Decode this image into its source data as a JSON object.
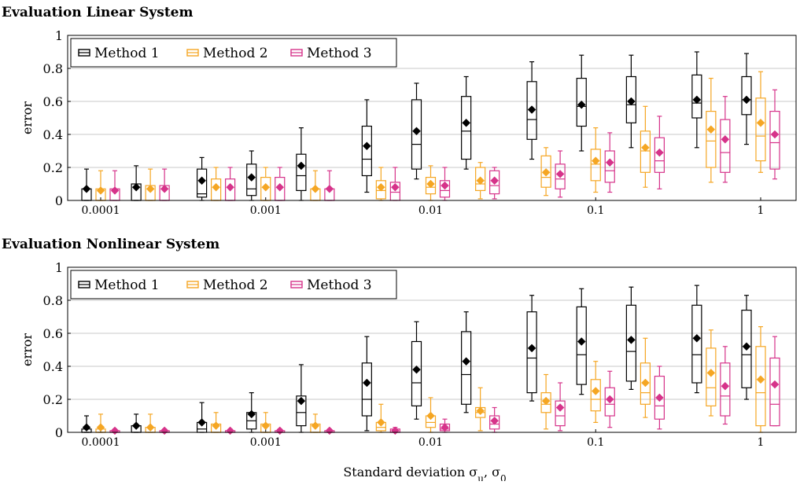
{
  "colors": {
    "method1": "#000000",
    "method2": "#f5a623",
    "method3": "#d6338a",
    "grid": "#c8c8c8"
  },
  "chart_data": [
    {
      "type": "box",
      "title": "Evaluation Linear System",
      "ylabel": "error",
      "xlabel": "",
      "x_scale": "log",
      "ylim": [
        0,
        1
      ],
      "yticks": [
        0,
        0.2,
        0.4,
        0.6,
        0.8,
        1
      ],
      "ytick_labels": [
        "0",
        "0.2",
        "0.4",
        "0.6",
        "0.8",
        "1"
      ],
      "xtick_labels": [
        "0.0001",
        "0.001",
        "0.01",
        "0.1",
        "1"
      ],
      "grid": "horizontal",
      "legend_position": "top-left",
      "x": [
        0.0001,
        0.0002,
        0.0005,
        0.001,
        0.002,
        0.005,
        0.01,
        0.02,
        0.05,
        0.1,
        0.2,
        0.5,
        1
      ],
      "series": [
        {
          "name": "Method 1",
          "min": [
            0,
            0,
            0,
            0,
            0,
            0.05,
            0.13,
            0.19,
            0.25,
            0.3,
            0.32,
            0.32,
            0.34
          ],
          "q1": [
            0,
            0,
            0.02,
            0.03,
            0.06,
            0.15,
            0.19,
            0.25,
            0.37,
            0.45,
            0.47,
            0.5,
            0.52
          ],
          "median": [
            0,
            0,
            0.04,
            0.07,
            0.15,
            0.25,
            0.34,
            0.42,
            0.49,
            0.57,
            0.58,
            0.59,
            0.61
          ],
          "q3": [
            0.07,
            0.1,
            0.19,
            0.22,
            0.28,
            0.45,
            0.61,
            0.63,
            0.72,
            0.74,
            0.75,
            0.76,
            0.75
          ],
          "max": [
            0.19,
            0.21,
            0.26,
            0.3,
            0.44,
            0.61,
            0.71,
            0.75,
            0.84,
            0.88,
            0.88,
            0.9,
            0.89
          ],
          "mean": [
            0.07,
            0.08,
            0.12,
            0.14,
            0.21,
            0.33,
            0.42,
            0.47,
            0.55,
            0.58,
            0.6,
            0.61,
            0.61
          ]
        },
        {
          "name": "Method 2",
          "min": [
            0,
            0,
            0,
            0,
            0,
            0,
            0,
            0.01,
            0.03,
            0.05,
            0.08,
            0.11,
            0.17
          ],
          "q1": [
            0,
            0,
            0,
            0,
            0,
            0.01,
            0.04,
            0.06,
            0.08,
            0.12,
            0.17,
            0.2,
            0.24
          ],
          "median": [
            0,
            0,
            0,
            0,
            0,
            0.06,
            0.08,
            0.1,
            0.14,
            0.22,
            0.3,
            0.36,
            0.39
          ],
          "q3": [
            0.07,
            0.09,
            0.13,
            0.14,
            0.07,
            0.12,
            0.14,
            0.2,
            0.27,
            0.31,
            0.42,
            0.54,
            0.62
          ],
          "max": [
            0.18,
            0.19,
            0.2,
            0.2,
            0.18,
            0.2,
            0.21,
            0.23,
            0.32,
            0.44,
            0.57,
            0.74,
            0.78
          ],
          "mean": [
            0.06,
            0.07,
            0.08,
            0.08,
            0.07,
            0.08,
            0.1,
            0.12,
            0.17,
            0.24,
            0.32,
            0.43,
            0.47
          ]
        },
        {
          "name": "Method 3",
          "min": [
            0,
            0,
            0,
            0,
            0,
            0,
            0,
            0.01,
            0.02,
            0.05,
            0.07,
            0.11,
            0.13
          ],
          "q1": [
            0,
            0,
            0,
            0,
            0,
            0,
            0.02,
            0.04,
            0.07,
            0.11,
            0.17,
            0.17,
            0.19
          ],
          "median": [
            0,
            0,
            0,
            0,
            0,
            0.05,
            0.06,
            0.09,
            0.13,
            0.18,
            0.24,
            0.29,
            0.35
          ],
          "q3": [
            0.07,
            0.09,
            0.13,
            0.14,
            0.07,
            0.11,
            0.12,
            0.18,
            0.22,
            0.3,
            0.38,
            0.49,
            0.54
          ],
          "max": [
            0.18,
            0.19,
            0.2,
            0.2,
            0.18,
            0.2,
            0.2,
            0.2,
            0.3,
            0.41,
            0.51,
            0.63,
            0.67
          ],
          "mean": [
            0.06,
            0.07,
            0.08,
            0.08,
            0.07,
            0.08,
            0.09,
            0.12,
            0.16,
            0.23,
            0.29,
            0.37,
            0.4
          ]
        }
      ]
    },
    {
      "type": "box",
      "title": "Evaluation Nonlinear System",
      "ylabel": "error",
      "xlabel": "Standard deviation σ_u, σ_0",
      "x_scale": "log",
      "ylim": [
        0,
        1
      ],
      "yticks": [
        0,
        0.2,
        0.4,
        0.6,
        0.8,
        1
      ],
      "ytick_labels": [
        "0",
        "0.2",
        "0.4",
        "0.6",
        "0.8",
        "1"
      ],
      "xtick_labels": [
        "0.0001",
        "0.001",
        "0.01",
        "0.1",
        "1"
      ],
      "grid": "horizontal",
      "legend_position": "top-left",
      "x": [
        0.0001,
        0.0002,
        0.0005,
        0.001,
        0.002,
        0.005,
        0.01,
        0.02,
        0.05,
        0.1,
        0.2,
        0.5,
        1
      ],
      "series": [
        {
          "name": "Method 1",
          "min": [
            0,
            0,
            0,
            0,
            0,
            0.01,
            0.08,
            0.12,
            0.19,
            0.23,
            0.26,
            0.24,
            0.2
          ],
          "q1": [
            0,
            0,
            0,
            0.02,
            0.04,
            0.1,
            0.16,
            0.17,
            0.24,
            0.29,
            0.31,
            0.3,
            0.27
          ],
          "median": [
            0,
            0,
            0.02,
            0.07,
            0.12,
            0.2,
            0.3,
            0.35,
            0.45,
            0.47,
            0.49,
            0.47,
            0.47
          ],
          "q3": [
            0.02,
            0.04,
            0.06,
            0.12,
            0.22,
            0.42,
            0.55,
            0.61,
            0.73,
            0.76,
            0.77,
            0.77,
            0.74
          ],
          "max": [
            0.1,
            0.11,
            0.18,
            0.24,
            0.41,
            0.58,
            0.67,
            0.73,
            0.83,
            0.87,
            0.88,
            0.89,
            0.83
          ],
          "mean": [
            0.03,
            0.04,
            0.06,
            0.11,
            0.19,
            0.3,
            0.38,
            0.43,
            0.51,
            0.55,
            0.56,
            0.57,
            0.52
          ]
        },
        {
          "name": "Method 2",
          "min": [
            0,
            0,
            0,
            0,
            0,
            0,
            0,
            0.01,
            0.02,
            0.06,
            0.09,
            0.1,
            0.0
          ],
          "q1": [
            0,
            0,
            0,
            0,
            0,
            0.01,
            0.03,
            0.09,
            0.12,
            0.13,
            0.17,
            0.16,
            0.04
          ],
          "median": [
            0,
            0,
            0,
            0,
            0,
            0.03,
            0.06,
            0.12,
            0.17,
            0.2,
            0.24,
            0.27,
            0.24
          ],
          "q3": [
            0.02,
            0.03,
            0.05,
            0.05,
            0.05,
            0.06,
            0.1,
            0.15,
            0.24,
            0.32,
            0.42,
            0.51,
            0.52
          ],
          "max": [
            0.11,
            0.11,
            0.12,
            0.12,
            0.11,
            0.17,
            0.21,
            0.27,
            0.35,
            0.43,
            0.57,
            0.62,
            0.64
          ],
          "mean": [
            0.03,
            0.03,
            0.04,
            0.04,
            0.04,
            0.06,
            0.1,
            0.13,
            0.19,
            0.25,
            0.3,
            0.36,
            0.32
          ]
        },
        {
          "name": "Method 3",
          "min": [
            0,
            0,
            0,
            0,
            0,
            0,
            0,
            0,
            0.01,
            0.03,
            0.02,
            0.05,
            0.04
          ],
          "q1": [
            0,
            0,
            0,
            0,
            0,
            0,
            0.01,
            0.02,
            0.04,
            0.1,
            0.08,
            0.1,
            0.04
          ],
          "median": [
            0,
            0,
            0,
            0,
            0,
            0,
            0.02,
            0.05,
            0.1,
            0.17,
            0.16,
            0.22,
            0.17
          ],
          "q3": [
            0.01,
            0.01,
            0.01,
            0.01,
            0.01,
            0.02,
            0.05,
            0.1,
            0.19,
            0.27,
            0.34,
            0.42,
            0.45
          ],
          "max": [
            0.02,
            0.02,
            0.02,
            0.02,
            0.02,
            0.03,
            0.08,
            0.15,
            0.3,
            0.37,
            0.4,
            0.52,
            0.58
          ],
          "mean": [
            0.01,
            0.01,
            0.01,
            0.01,
            0.01,
            0.01,
            0.03,
            0.07,
            0.15,
            0.2,
            0.21,
            0.28,
            0.29
          ]
        }
      ]
    }
  ]
}
